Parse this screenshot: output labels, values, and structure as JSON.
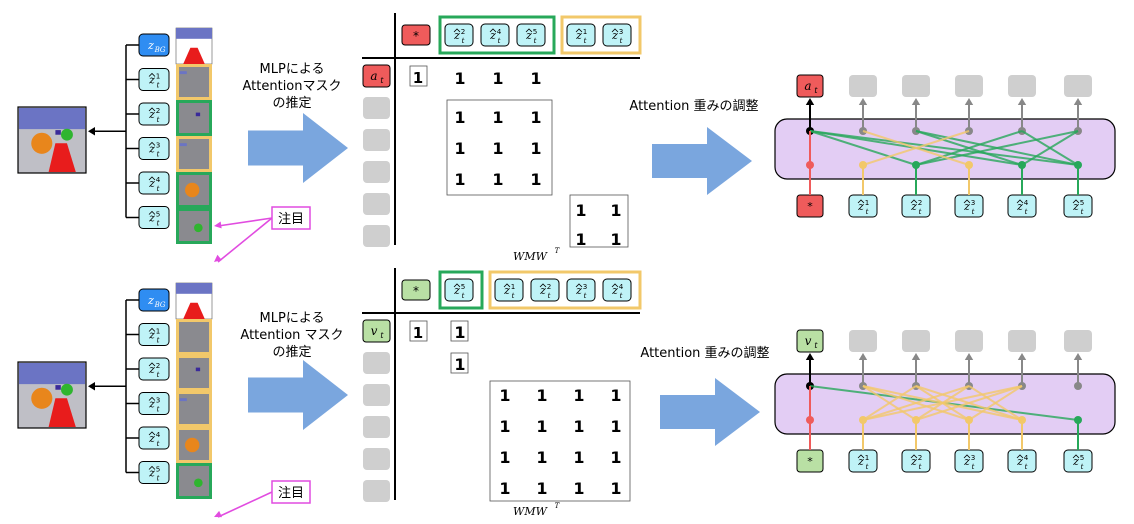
{
  "colors": {
    "red": "#ef5b5b",
    "cyan": "#bff3f7",
    "blue": "#2f8df2",
    "green": "#27a85a",
    "yellow": "#f2c86a",
    "magenta": "#e14ce0",
    "gray": "#cfcfcf",
    "purple": "#e3cdf4",
    "lightgreen": "#b9e0a4",
    "arrow": "#7aa6de"
  },
  "labels": {
    "bg": "z_BG",
    "z": "z",
    "ws": "WMW",
    "ws_sup": "T",
    "mlp_top": [
      "MLPによる",
      "Attentionマスク",
      "の推定"
    ],
    "mlp_bottom": [
      "MLPによる",
      "Attention マスク",
      "の推定"
    ],
    "adjust": "Attention 重みの調整",
    "focus": "注目",
    "star": "*",
    "one": "1"
  },
  "panels": [
    {
      "query_symbol": "a",
      "query_color": "red",
      "header_groups": [
        {
          "color": "green",
          "items": [
            2,
            4,
            5
          ]
        },
        {
          "color": "yellow",
          "items": [
            1,
            3
          ]
        }
      ],
      "top_ones": [
        "1",
        "1",
        "1"
      ],
      "right_inputs": [
        1,
        2,
        3,
        4,
        5
      ]
    },
    {
      "query_symbol": "v",
      "query_color": "lightgreen",
      "header_groups": [
        {
          "color": "green",
          "items": [
            5
          ]
        },
        {
          "color": "yellow",
          "items": [
            1,
            2,
            3,
            4
          ]
        }
      ],
      "top_ones": [
        "1"
      ],
      "right_inputs": [
        1,
        2,
        3,
        4,
        5
      ]
    }
  ]
}
